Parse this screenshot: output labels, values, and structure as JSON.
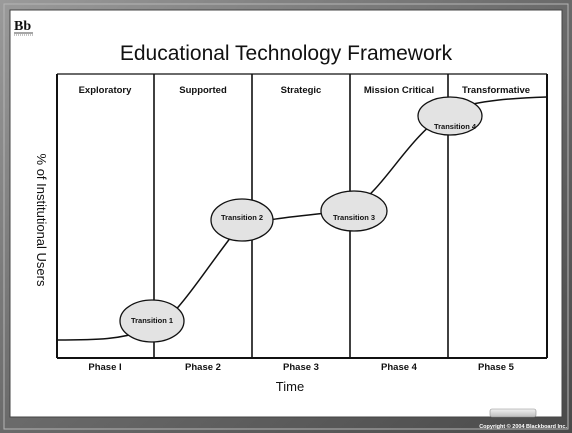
{
  "logo": {
    "text": "Bb"
  },
  "title": "Educational Technology Framework",
  "stages": [
    "Exploratory",
    "Supported",
    "Strategic",
    "Mission Critical",
    "Transformative"
  ],
  "phases": [
    "Phase I",
    "Phase 2",
    "Phase 3",
    "Phase 4",
    "Phase 5"
  ],
  "transitions": [
    "Transition 1",
    "Transition 2",
    "Transition 3",
    "Transition 4"
  ],
  "y_axis_label": "% of Institutional Users",
  "x_axis_label": "Time",
  "copyright": "Copyright © 2004 Blackboard Inc.",
  "colors": {
    "frame": "#6f6f6f",
    "board": "#ffffff",
    "ellipse_fill": "#e3e3e3",
    "ink": "#111111"
  }
}
